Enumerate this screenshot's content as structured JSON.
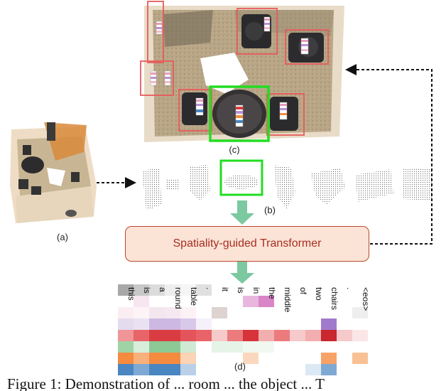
{
  "labels": {
    "a": "(a)",
    "b": "(b)",
    "c": "(c)",
    "d": "(d)"
  },
  "transformer_label": "Spatiality-guided Transformer",
  "caption_partial": "Figure 1: Demonstration of ... room ... the object ... T",
  "tokens": [
    "this",
    "is",
    "a",
    "round",
    "table",
    ".",
    "it",
    "is",
    "in",
    "the",
    "middle",
    "of",
    "two",
    "chairs",
    ".",
    "<eos>"
  ],
  "heatmap_rows": [
    [
      "#a8a8a8",
      "#c8c8c8",
      "#dcdcdc",
      "#eeeeee",
      "#f5f5f5",
      "#e0e0e0",
      "#ffffff",
      "#ffffff",
      "#ffffff",
      "#ffffff",
      "#ffffff",
      "#ffffff",
      "#ffffff",
      "#ffffff",
      "#ffffff",
      "#ffffff"
    ],
    [
      "#ffffff",
      "#f7e6ef",
      "#ffffff",
      "#ffffff",
      "#ffffff",
      "#ffffff",
      "#ffffff",
      "#ffffff",
      "#e9b7dd",
      "#d986c8",
      "#ffffff",
      "#ffffff",
      "#ffffff",
      "#ffffff",
      "#ffffff",
      "#ffffff"
    ],
    [
      "#fbeef3",
      "#fdf4f7",
      "#f4e6ef",
      "#f6e8f0",
      "#fcf2f5",
      "#ffffff",
      "#ddd4d2",
      "#ffffff",
      "#ffffff",
      "#ffffff",
      "#ffffff",
      "#ffffff",
      "#ffffff",
      "#ffffff",
      "#ffffff",
      "#eeeeee"
    ],
    [
      "#e4dbee",
      "#e9e2f2",
      "#cdb8e3",
      "#cdb8e3",
      "#d8c8ea",
      "#f5f0fa",
      "#ffffff",
      "#ffffff",
      "#ffffff",
      "#ffffff",
      "#ffffff",
      "#ffffff",
      "#ffffff",
      "#a07bcc",
      "#ffffff",
      "#ffffff"
    ],
    [
      "#ef9598",
      "#e96468",
      "#d93d42",
      "#d93d42",
      "#e4545a",
      "#e96468",
      "#f6c9ca",
      "#ec7b7e",
      "#d6343a",
      "#f3aeb0",
      "#ec7b7e",
      "#f6c9ca",
      "#f3aeb0",
      "#c8282e",
      "#f6c9ca",
      "#fbe6e7"
    ],
    [
      "#9fd3a6",
      "#d8eedb",
      "#8dc995",
      "#8dc995",
      "#cfe9d3",
      "#ffffff",
      "#e6f4e8",
      "#e6f4e8",
      "#f0f8f1",
      "#f0f8f1",
      "#ffffff",
      "#ffffff",
      "#ffffff",
      "#ffffff",
      "#ffffff",
      "#ffffff"
    ],
    [
      "#f58b3e",
      "#f8b07c",
      "#f58b3e",
      "#f58b3e",
      "#fbd3b5",
      "#ffffff",
      "#ffffff",
      "#ffffff",
      "#fbd8bd",
      "#ffffff",
      "#ffffff",
      "#ffffff",
      "#ffffff",
      "#f7a266",
      "#ffffff",
      "#f9c094"
    ],
    [
      "#4a86c1",
      "#7fa9d5",
      "#4a86c1",
      "#4a86c1",
      "#b9d0e8",
      "#ffffff",
      "#ffffff",
      "#ffffff",
      "#ffffff",
      "#ffffff",
      "#ffffff",
      "#ffffff",
      "#dce8f4",
      "#7fa9d5",
      "#ffffff",
      "#ffffff"
    ]
  ],
  "colors": {
    "green_highlight": "#22dd22",
    "red_box": "#e85a5a",
    "arrow_green": "#7cc8a0",
    "transformer_fill": "#fbe3d6",
    "transformer_border": "#b84a2e",
    "transformer_text": "#a62f1f"
  },
  "icons": {
    "room_scene_c": "room-topdown-scene",
    "room_scene_a": "room-3d-scene",
    "objects_row_b": "object-point-clouds"
  }
}
